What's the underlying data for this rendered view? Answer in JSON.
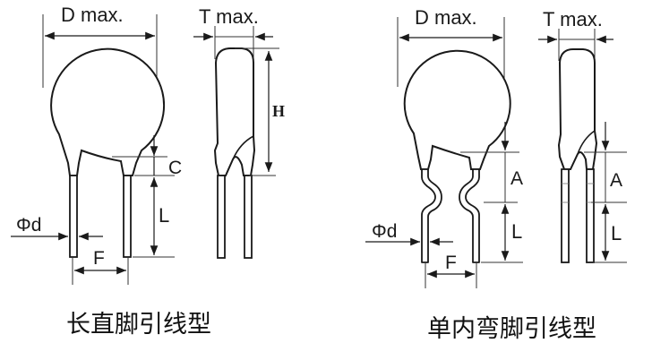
{
  "diagram": {
    "type": "component-outline-drawing",
    "subject": "Radial leaded disc component lead-form variants",
    "colors": {
      "outline": "#1a1a1a",
      "body_fill": "#ffffff",
      "dimension_line": "#333333",
      "background": "#ffffff"
    },
    "variants": [
      {
        "id": "straight-lead",
        "caption": "长直脚引线型",
        "front_view": {
          "dimensions": {
            "width": "D max.",
            "coating_run_down": "C",
            "lead_length": "L",
            "lead_diameter": "Φd",
            "lead_spacing": "F"
          }
        },
        "side_view": {
          "dimensions": {
            "thickness": "T max.",
            "height": "H"
          }
        }
      },
      {
        "id": "inner-kink-lead",
        "caption": "单内弯脚引线型",
        "front_view": {
          "dimensions": {
            "width": "D max.",
            "kink_height": "A",
            "lead_length": "L",
            "lead_diameter": "Φd",
            "lead_spacing": "F"
          }
        },
        "side_view": {
          "dimensions": {
            "thickness": "T max.",
            "kink_height": "A",
            "lead_length": "L"
          }
        }
      }
    ]
  }
}
